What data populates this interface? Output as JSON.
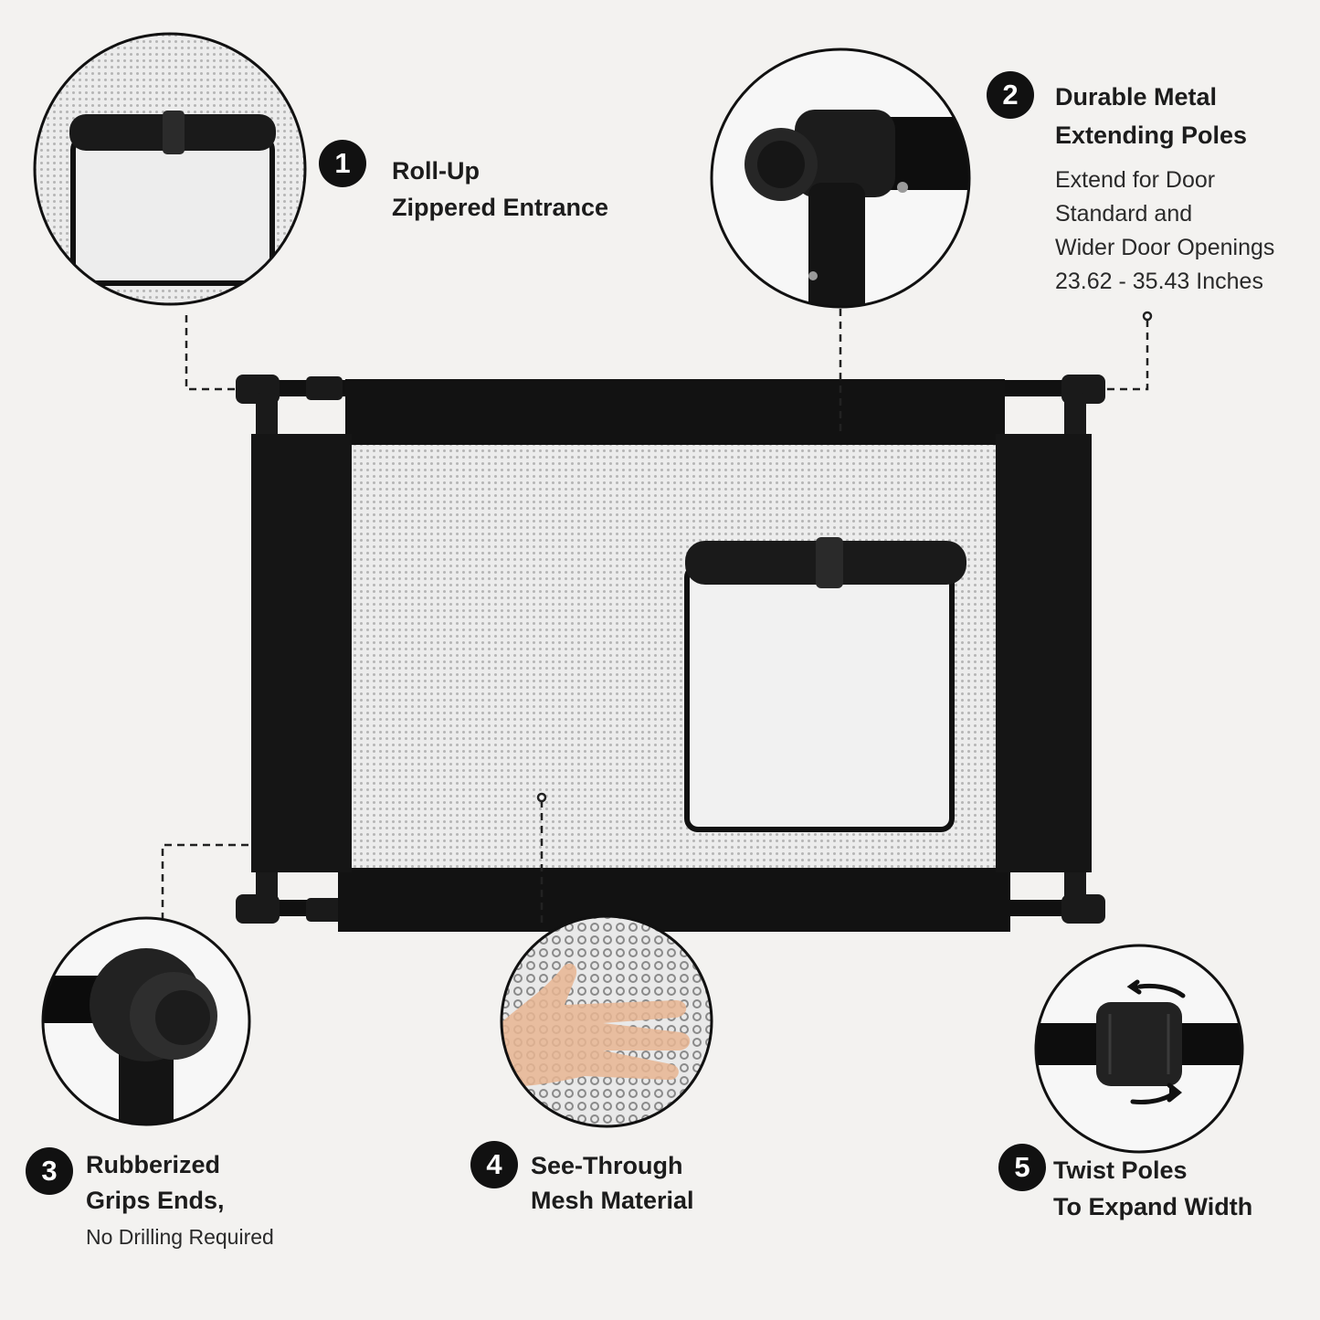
{
  "features": [
    {
      "number": "1",
      "title_lines": [
        "Roll-Up",
        "Zippered Entrance"
      ],
      "detail_lines": []
    },
    {
      "number": "2",
      "title_lines": [
        "Durable Metal",
        "Extending Poles"
      ],
      "detail_lines": [
        "Extend for Door",
        "Standard and",
        "Wider Door Openings",
        "23.62 - 35.43 Inches"
      ]
    },
    {
      "number": "3",
      "title_lines": [
        "Rubberized",
        "Grips Ends,"
      ],
      "detail_lines": [
        "No Drilling Required"
      ]
    },
    {
      "number": "4",
      "title_lines": [
        "See-Through",
        "Mesh Material"
      ],
      "detail_lines": []
    },
    {
      "number": "5",
      "title_lines": [
        "Twist Poles",
        "To Expand Width"
      ],
      "detail_lines": []
    }
  ],
  "icons": {
    "number_badge": "numbered-circle-badge",
    "twist_arrows": "rotate-arrows-icon"
  },
  "colors": {
    "background": "#f3f2f0",
    "fabric": "#111111",
    "mesh": "#e6e6e6",
    "badge": "#111111"
  }
}
